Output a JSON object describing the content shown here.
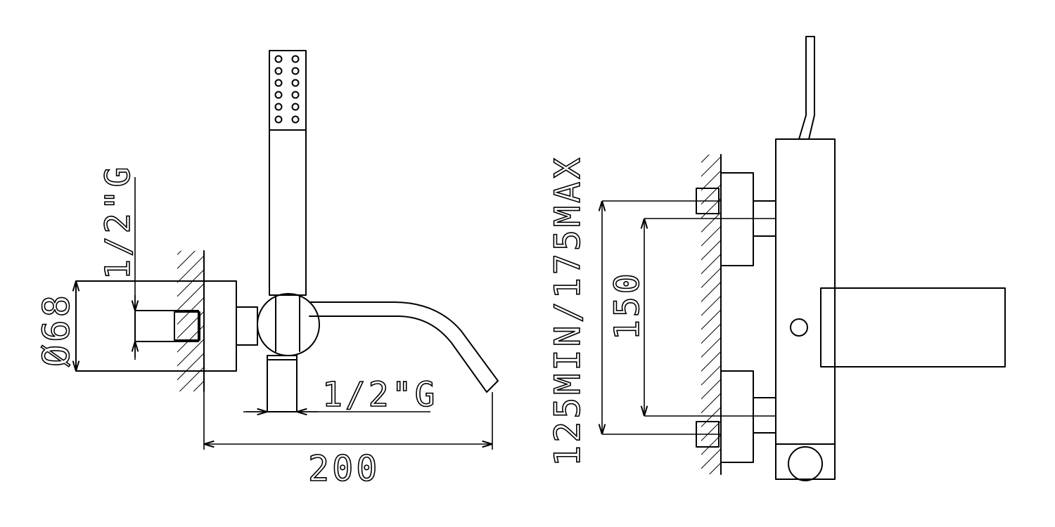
{
  "labels": {
    "thread_left": "1/2\"G",
    "diameter": "Ø68",
    "thread_bottom": "1/2\"G",
    "width": "200",
    "centers_range": "125MIN/175MAX",
    "centers": "150"
  },
  "colors": {
    "line": "#000000",
    "background": "#ffffff"
  }
}
